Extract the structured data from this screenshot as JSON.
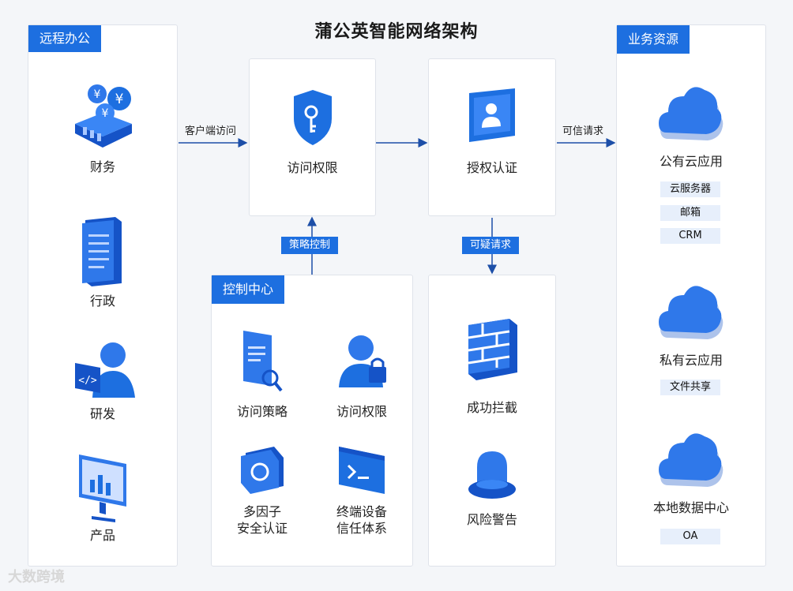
{
  "title": "蒲公英智能网络架构",
  "left_panel": {
    "tag": "远程办公",
    "items": [
      "财务",
      "行政",
      "研发",
      "产品"
    ]
  },
  "access_box": {
    "label": "访问权限"
  },
  "auth_box": {
    "label": "授权认证"
  },
  "control_center": {
    "tag": "控制中心",
    "items": [
      "访问策略",
      "访问权限",
      "多因子\n安全认证",
      "终端设备\n信任体系"
    ]
  },
  "intercept_box": {
    "items": [
      "成功拦截",
      "风险警告"
    ]
  },
  "right_panel": {
    "tag": "业务资源",
    "groups": [
      {
        "label": "公有云应用",
        "pills": [
          "云服务器",
          "邮箱",
          "CRM"
        ]
      },
      {
        "label": "私有云应用",
        "pills": [
          "文件共享"
        ]
      },
      {
        "label": "本地数据中心",
        "pills": [
          "OA"
        ]
      }
    ]
  },
  "flows": {
    "client_access": "客户端访问",
    "trusted_request": "可信请求",
    "policy_control": "策略控制",
    "suspicious_request": "可疑请求"
  },
  "watermark": "大数跨境",
  "colors": {
    "accent": "#1d6fe0",
    "pill_bg": "#e7effb"
  }
}
